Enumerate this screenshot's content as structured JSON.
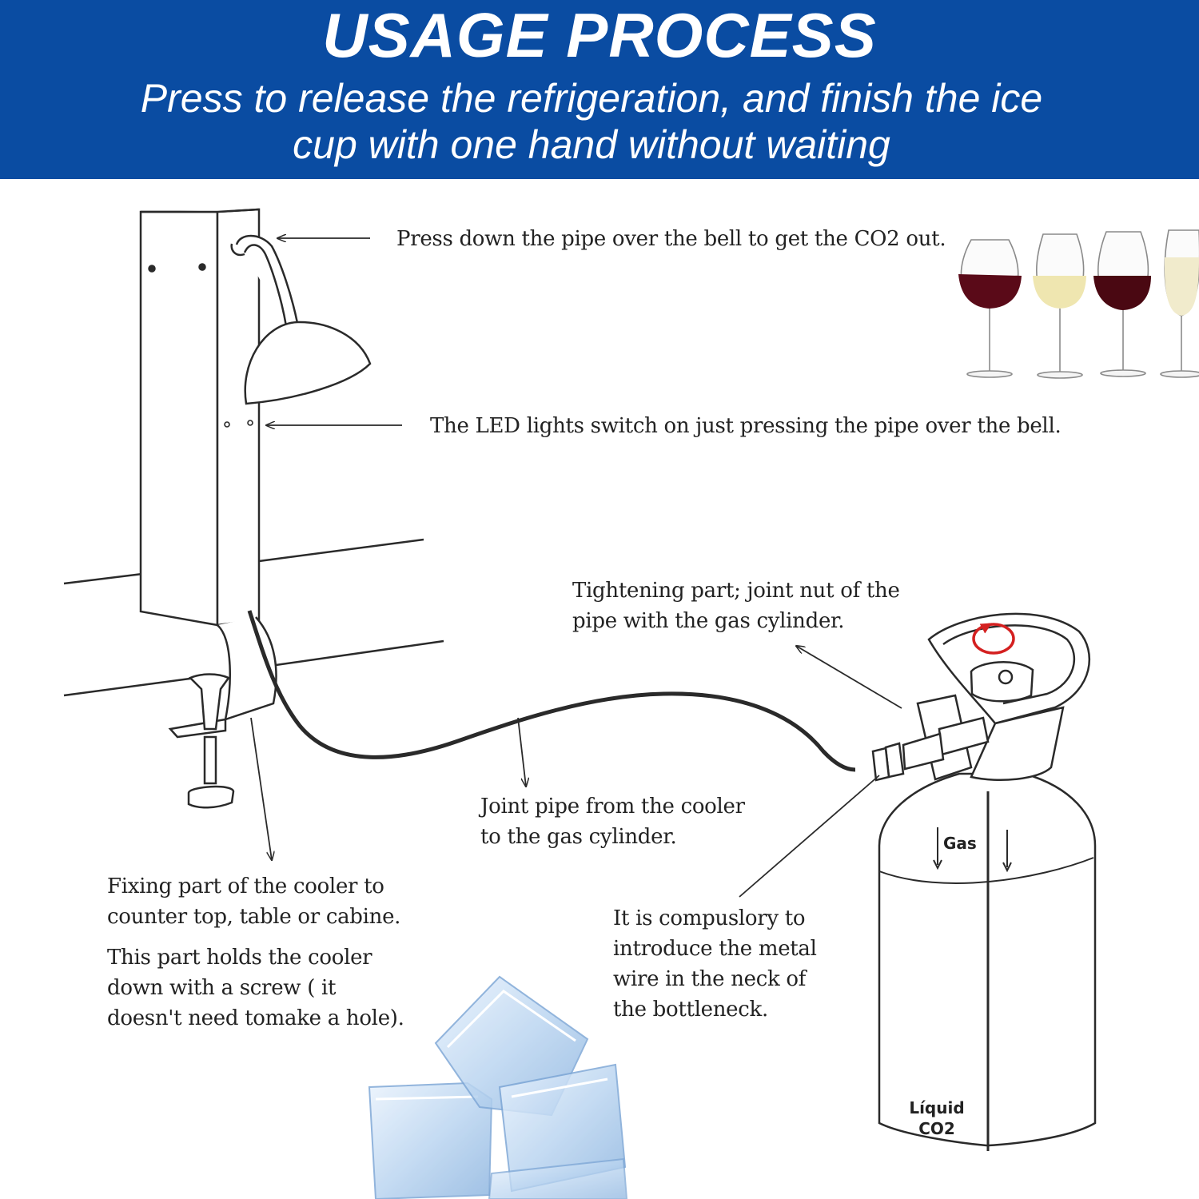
{
  "banner": {
    "title": "USAGE PROCESS",
    "subtitle_line1": "Press to release the refrigeration, and finish the ice",
    "subtitle_line2": "cup with one hand without waiting"
  },
  "annotations": {
    "press_pipe": "Press down the pipe over the bell to get the CO2 out.",
    "led_lights": "The LED lights switch on just pressing the pipe over the bell.",
    "tightening_line1": "Tightening part; joint nut of the",
    "tightening_line2": "pipe with the gas cylinder.",
    "joint_pipe_line1": "Joint pipe from the cooler",
    "joint_pipe_line2": "to the gas cylinder.",
    "fixing_line1": "Fixing part of the cooler to",
    "fixing_line2": "counter top, table or cabine.",
    "holds_line1": "This part holds the cooler",
    "holds_line2": "down with a screw ( it",
    "holds_line3": "doesn't need tomake a hole).",
    "compulsory_line1": "It is compuslory to",
    "compulsory_line2": "introduce the metal",
    "compulsory_line3": "wire in the neck of",
    "compulsory_line4": "the bottleneck."
  },
  "cylinder_labels": {
    "gas": "Gas",
    "liquid_line1": "Líquid",
    "liquid_line2": "CO2"
  },
  "colors": {
    "banner": "#0a4ca2",
    "banner_text": "#ffffff",
    "line_art": "#2a2a2a",
    "red_wine": "#5a0a18",
    "white_wine": "#efe6b0",
    "ice": "#a9c8ea",
    "rotation_arrow": "#d42020"
  },
  "icons": [
    "wine-glass-icon",
    "ice-cube-icon",
    "rotation-arrow-icon"
  ]
}
